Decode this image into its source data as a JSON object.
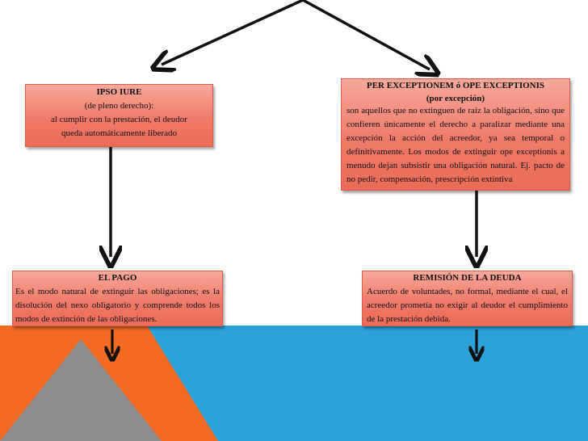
{
  "colors": {
    "box_fill": "#f07a69",
    "background_blue": "#2ba3d8",
    "background_orange": "#f36a23",
    "background_gray": "#8e8e8e",
    "arrow": "#111111"
  },
  "boxes": {
    "ipso_iure": {
      "title": "IPSO IURE",
      "subtitle": "(de pleno derecho):",
      "line1": "al cumplir con la prestación, el deudor",
      "line2": "queda automáticamente liberado"
    },
    "per_exceptionem": {
      "title": "PER EXCEPTIONEM ó OPE EXCEPTIONIS",
      "subtitle": "(por excepción)",
      "text": "son aquellos que no extinguen de raíz la obligación, sino que confieren únicamente el derecho a paralizar mediante una excepción la acción del acreedor, ya sea temporal o definitivamente. Los modos de extinguir ope exceptionis a menudo dejan subsistir una obligación natural. Ej. pacto de no pedir, compensación, prescripción extintiva"
    },
    "el_pago": {
      "title": "EL PAGO",
      "text": "Es el modo natural de extinguir las obligaciones; es la disolución del nexo obligatorio y comprende todos los modos de extinción de las obligaciones."
    },
    "remision": {
      "title": "REMISIÓN DE LA DEUDA",
      "text": "Acuerdo de voluntades, no formal, mediante el cual, el acreedor prometía no exigir al deudor el cumplimiento de la prestación debida."
    }
  }
}
